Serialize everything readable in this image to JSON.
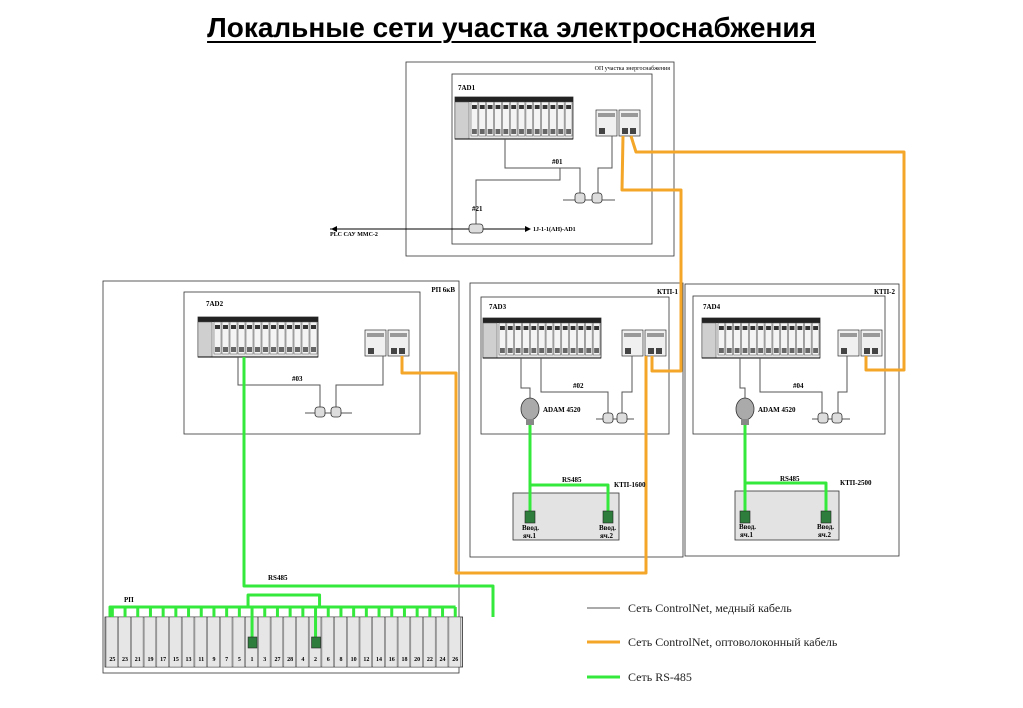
{
  "title": "Локальные сети участка электроснабжения",
  "zones": {
    "op": {
      "label": "ОП участка энергоснабжения",
      "rack": "7AD1",
      "cable": "#01",
      "tap": "#21",
      "left_text": "PLC САУ ММС-2",
      "right_text": "1J-1-1(AH)-AD1"
    },
    "rp": {
      "label": "РП 6кВ",
      "rack": "7AD2",
      "cable": "#03"
    },
    "ktp1": {
      "label": "КТП-1",
      "rack": "7AD3",
      "cable": "#02",
      "adam": "ADAM 4520"
    },
    "ktp2": {
      "label": "КТП-2",
      "rack": "7AD4",
      "cable": "#04",
      "adam": "ADAM 4520"
    }
  },
  "ktp1600": {
    "title": "КТП-1600",
    "rs": "RS485",
    "in1": "Ввод.",
    "in1b": "яч.1",
    "in2": "Ввод.",
    "in2b": "яч.2"
  },
  "ktp2500": {
    "title": "КТП-2500",
    "rs": "RS485",
    "in1": "Ввод.",
    "in1b": "яч.1",
    "in2": "Ввод.",
    "in2b": "яч.2"
  },
  "rp_panel": {
    "label": "РП",
    "rs": "RS485",
    "cells": [
      "25",
      "23",
      "21",
      "19",
      "17",
      "15",
      "13",
      "11",
      "9",
      "7",
      "5",
      "1",
      "3",
      "27",
      "28",
      "4",
      "2",
      "6",
      "8",
      "10",
      "12",
      "14",
      "16",
      "18",
      "20",
      "22",
      "24",
      "26"
    ]
  },
  "legend": [
    {
      "text": "Сеть ControlNet, медный кабель",
      "color": "#555555"
    },
    {
      "text": "Сеть ControlNet, оптоволоконный кабель",
      "color": "#f3a628"
    },
    {
      "text": "Сеть RS-485",
      "color": "#35e83c"
    }
  ],
  "colors": {
    "copper": "#555555",
    "fiber": "#f3a628",
    "rs485": "#35e83c"
  }
}
